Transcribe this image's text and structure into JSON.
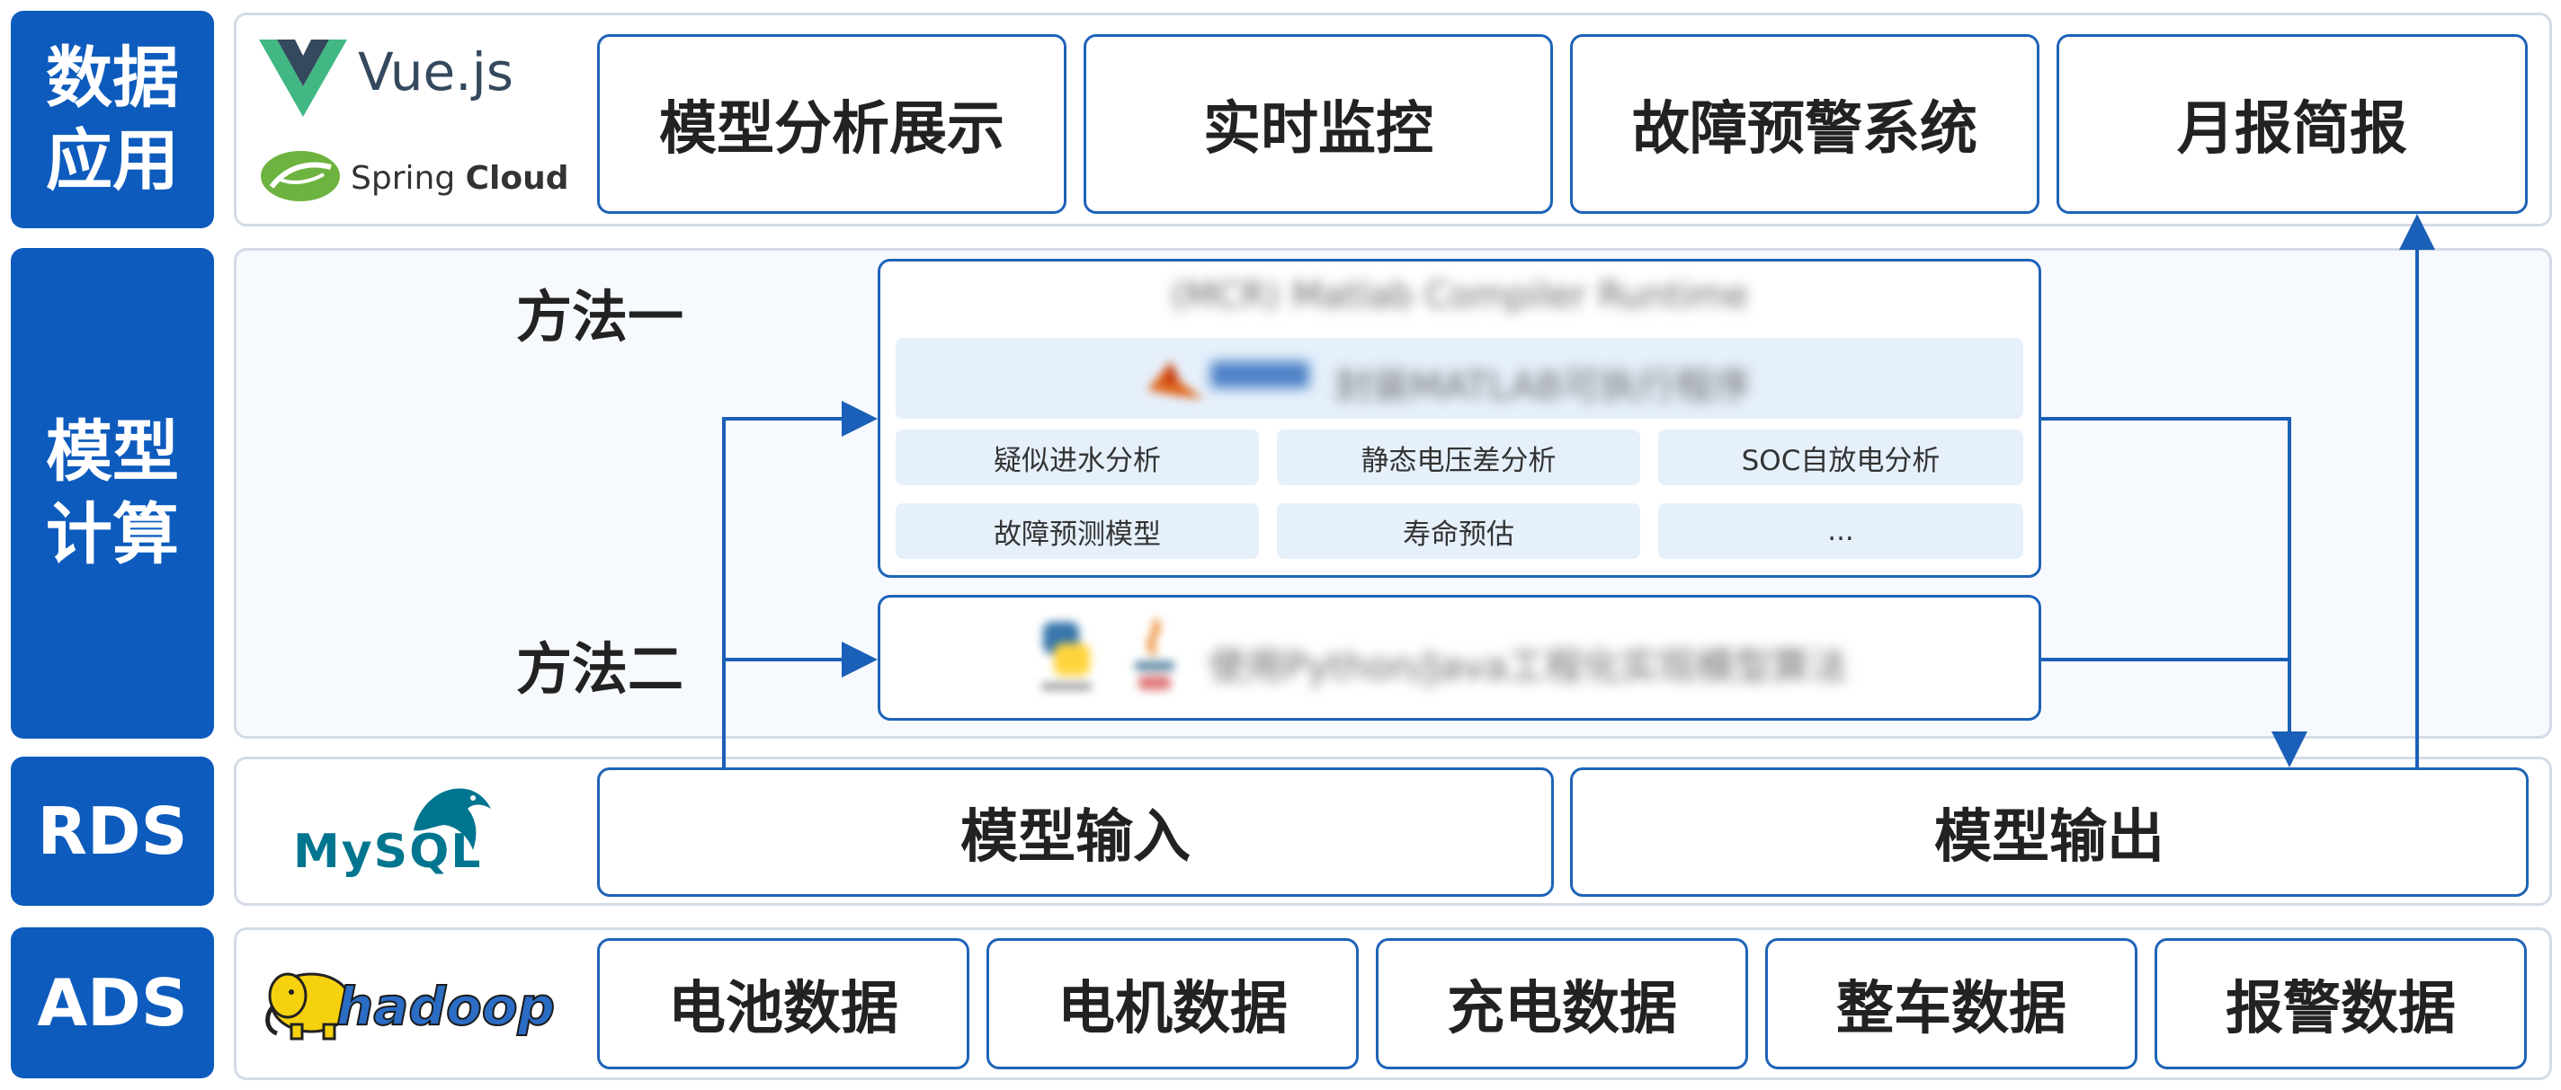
{
  "layers": {
    "data_app": "数据\n应用",
    "model_calc": "模型\n计算",
    "rds": "RDS",
    "ads": "ADS"
  },
  "logos": {
    "vue": "Vue.js",
    "spring_prefix": "Spring",
    "spring_suffix": "Cloud",
    "mysql": "MySQL",
    "hadoop": "hadoop"
  },
  "app_boxes": [
    "模型分析展示",
    "实时监控",
    "故障预警系统",
    "月报简报"
  ],
  "method1": {
    "label": "方法一",
    "title_blurred": "(MCR) Matlab Compiler Runtime",
    "banner_blurred": "封装MATLAB可执行程序",
    "cells": [
      "疑似进水分析",
      "静态电压差分析",
      "SOC自放电分析",
      "故障预测模型",
      "寿命预估",
      "..."
    ]
  },
  "method2": {
    "label": "方法二",
    "text_blurred": "使用Python/Java工程化实现模型算法"
  },
  "rds_boxes": [
    "模型输入",
    "模型输出"
  ],
  "ads_boxes": [
    "电池数据",
    "电机数据",
    "充电数据",
    "整车数据",
    "报警数据"
  ],
  "colors": {
    "accent": "#0d5bbd",
    "box_border": "#1e63b8",
    "arrow": "#1a5fb8",
    "cell_fill": "#e6f0fb",
    "panel_border": "#d3dbe6",
    "vue_green": "#41b883",
    "vue_dark": "#35495e",
    "spring_green": "#6db33f",
    "mysql_blue": "#00758f",
    "mysql_orange": "#f29111",
    "hadoop_yellow": "#f6d10e"
  },
  "icons": [
    "vue-logo-icon",
    "spring-leaf-icon",
    "mysql-dolphin-icon",
    "hadoop-elephant-icon",
    "matlab-icon",
    "python-icon",
    "java-icon"
  ]
}
